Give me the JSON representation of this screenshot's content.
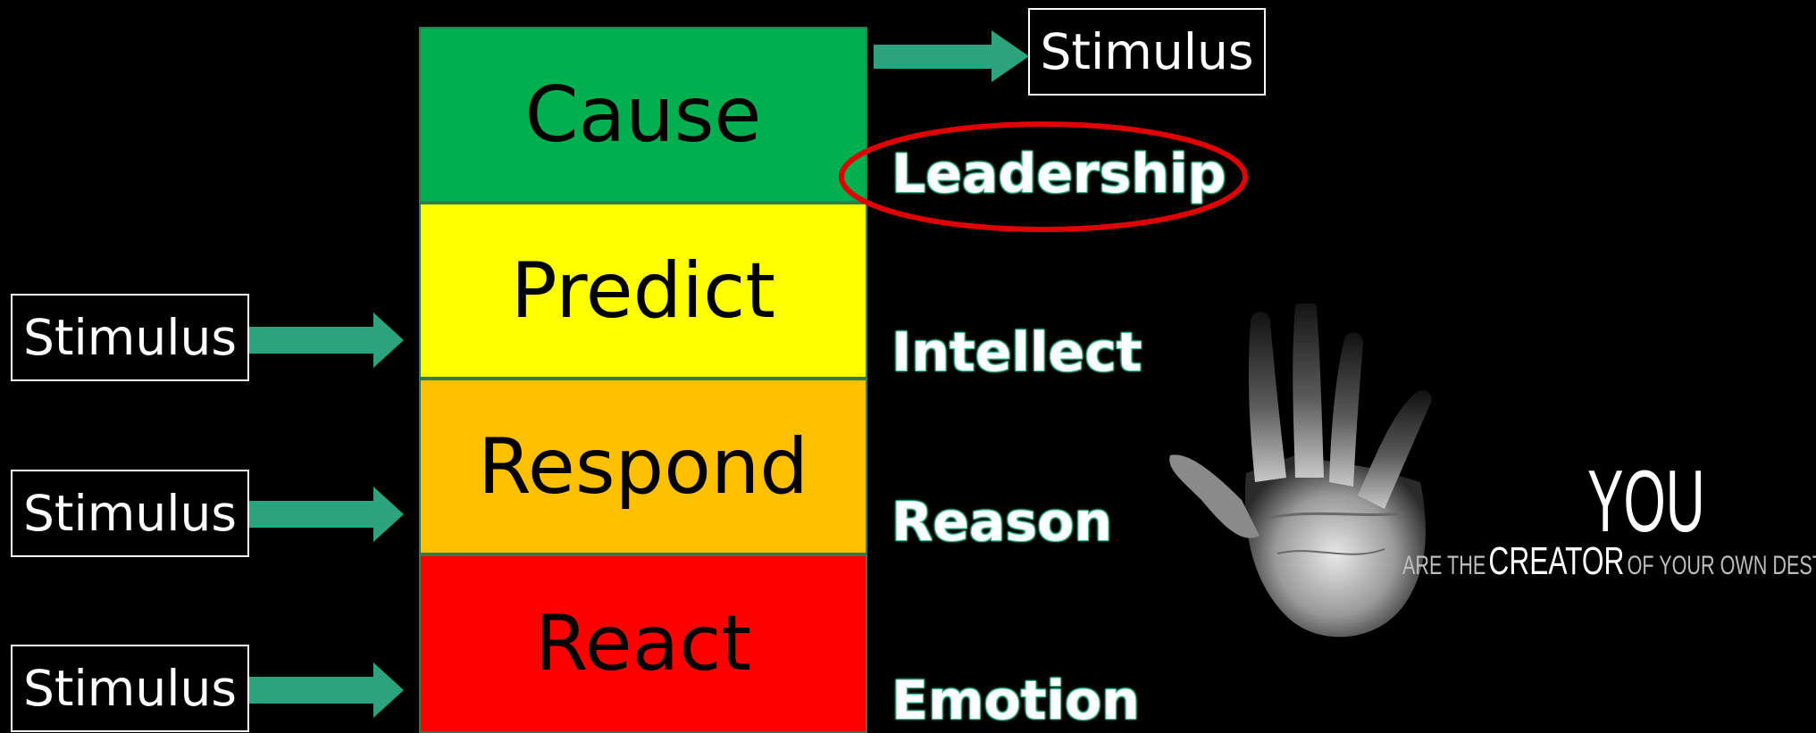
{
  "levels": [
    {
      "label": "Cause",
      "color": "#00b050"
    },
    {
      "label": "Predict",
      "color": "#ffff00"
    },
    {
      "label": "Respond",
      "color": "#ffc000"
    },
    {
      "label": "React",
      "color": "#ff0000"
    }
  ],
  "stimulus_label": "Stimulus",
  "traits": [
    "Leadership",
    "Intellect",
    "Reason",
    "Emotion"
  ],
  "highlight_color": "#e00000",
  "arrow_color": "#2aa37e",
  "poster": {
    "you": "YOU",
    "line_pre": "ARE THE",
    "line_creator": "CREATOR",
    "line_post": "OF YOUR OWN DESTINY."
  }
}
